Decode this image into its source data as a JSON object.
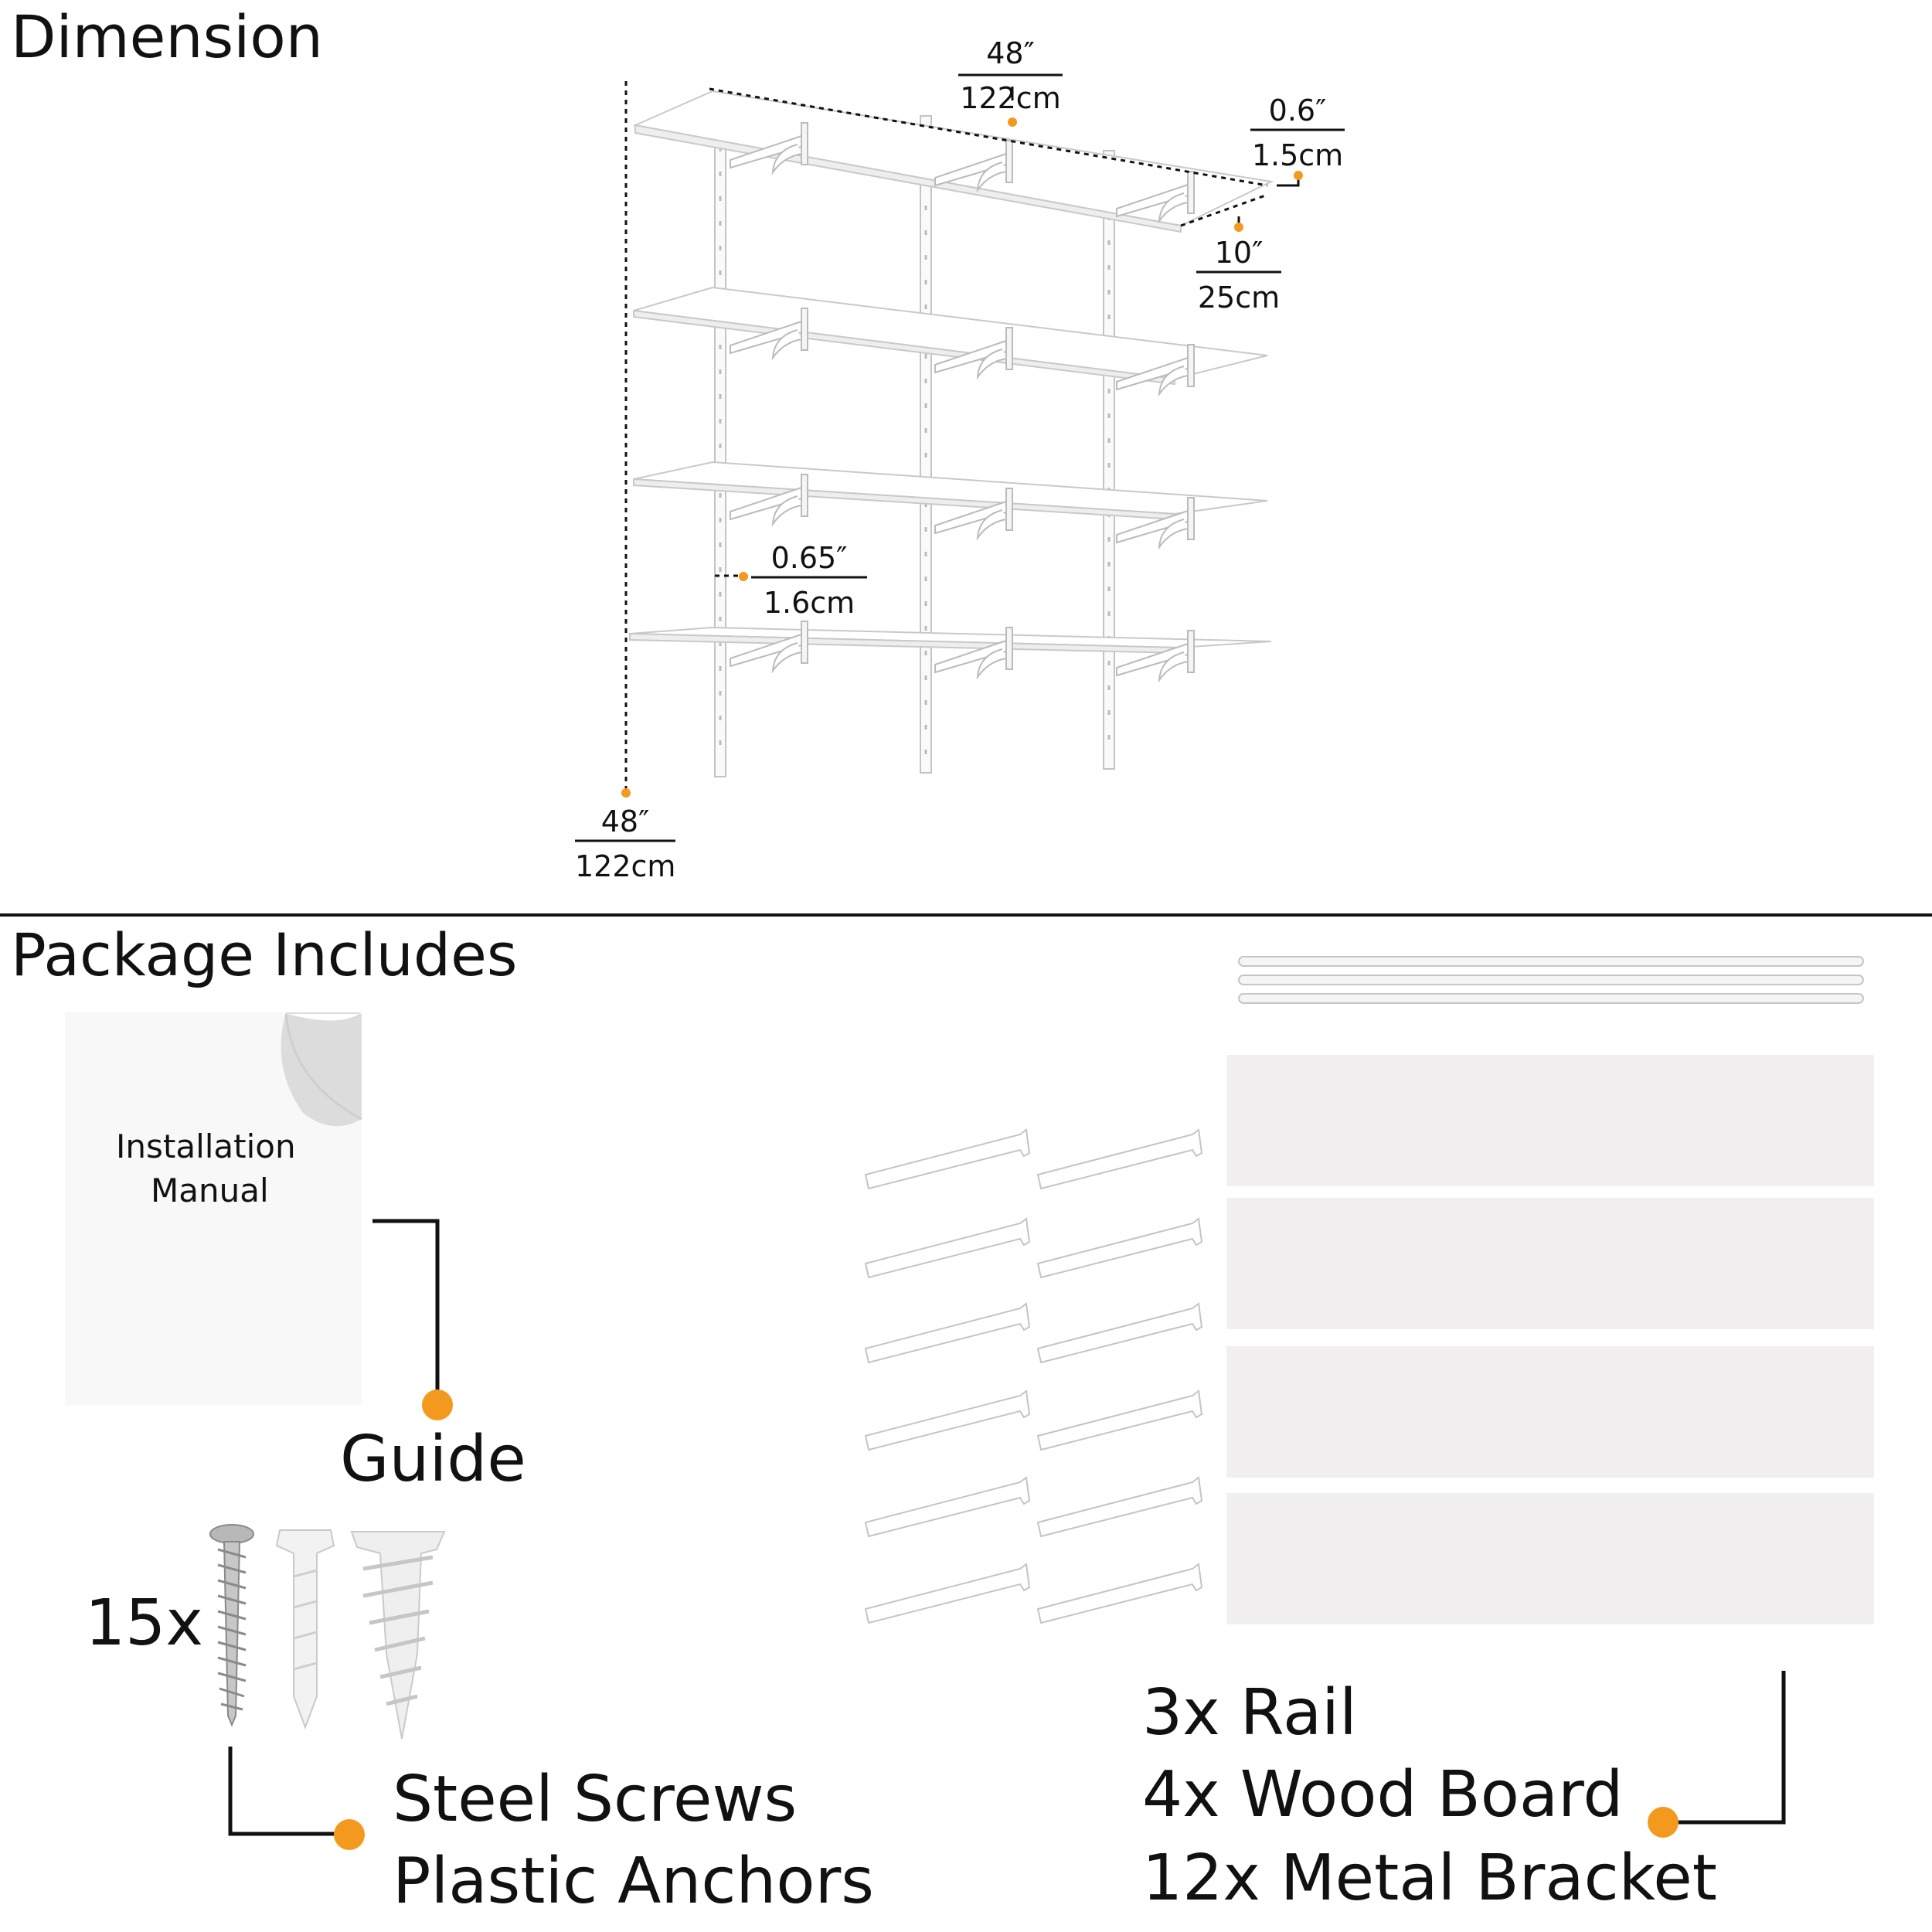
{
  "sections": {
    "dimension_title": "Dimension",
    "package_title": "Package Includes"
  },
  "dimensions": {
    "width": {
      "imperial": "48″",
      "metric": "122cm"
    },
    "thickness": {
      "imperial": "0.6″",
      "metric": "1.5cm"
    },
    "depth": {
      "imperial": "10″",
      "metric": "25cm"
    },
    "rail_gap": {
      "imperial": "0.65″",
      "metric": "1.6cm"
    },
    "height": {
      "imperial": "48″",
      "metric": "122cm"
    }
  },
  "manual": {
    "line1": "Installation",
    "line2": "Manual"
  },
  "package": {
    "guide_label": "Guide",
    "hardware_count": "15x",
    "hardware_line1": "Steel Screws",
    "hardware_line2": "Plastic Anchors",
    "items": [
      "3x Rail",
      "4x Wood Board",
      "12x Metal Bracket"
    ]
  },
  "colors": {
    "accent": "#f39a1e",
    "line": "#111111",
    "board": "#f1eff0"
  }
}
